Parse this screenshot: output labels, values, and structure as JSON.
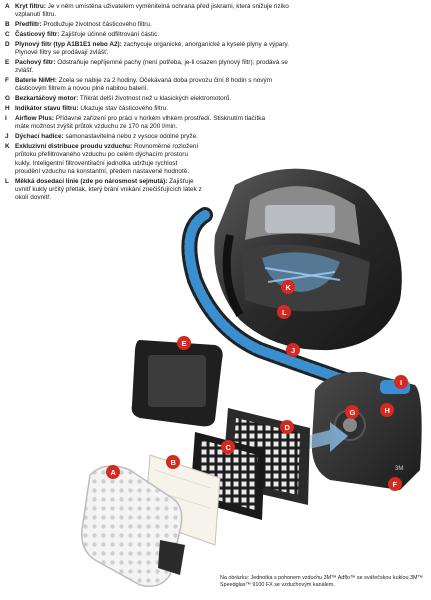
{
  "legend": [
    {
      "letter": "A",
      "title": "Kryt filtru:",
      "text": "Je v něm umístěna uživatelem vyměnitelná ochrana před jiskrami, která snižuje riziko vzplanutí filtru."
    },
    {
      "letter": "B",
      "title": "Předfiltr:",
      "text": "Prodlužuje životnost částicového filtru."
    },
    {
      "letter": "C",
      "title": "Částicový filtr:",
      "text": "Zajišťuje účinné odfiltrování částic."
    },
    {
      "letter": "D",
      "title": "Plynový filtr (typ A1B1E1 nebo A2):",
      "text": "zachycuje organické, anorganické a kyselé plyny a výpary. Plynové filtry se prodávají zvlášť."
    },
    {
      "letter": "E",
      "title": "Pachový filtr:",
      "text": "Odstraňuje nepříjemné pachy (není potřeba, je-li osazen plynový filtr); prodává se zvlášť."
    },
    {
      "letter": "F",
      "title": "Baterie NiMH:",
      "text": "Zcela se nabije za 2 hodiny. Očekávaná doba provozu činí 8 hodin s novým částicovým filtrem a novou plně nabitou baterií."
    },
    {
      "letter": "G",
      "title": "Bezkartáčový motor:",
      "text": "Třikrát delší životnost než u klasických elektromotorů."
    },
    {
      "letter": "H",
      "title": "Indikátor stavu filtru:",
      "text": "Ukazuje stav částicového filtru."
    },
    {
      "letter": "I",
      "title": "Airflow Plus:",
      "text": "Přídavné zařízení pro práci v horkém vlhkém prostředí. Stisknutím tlačítka máte možnost zvýšit průtok vzduchu ze 170 na 200 l/min."
    },
    {
      "letter": "J",
      "title": "Dýchací hadice:",
      "text": "samonastavitelná nebo z vysoce odolné pryže."
    },
    {
      "letter": "K",
      "title": "Exkluzivní distribuce proudu vzduchu:",
      "text": "Rovnoměrné rozložení průtoku přefiltrovaného vzduchu po celém dýchacím prostoru kukly. Inteligentní filtroventilační jednotka udržuje rychlost proudění vzduchu na konstantní, předem nastavené hodnotě."
    },
    {
      "letter": "L",
      "title": "Měkká dosedací linie (zde po nárosmost sejmutá):",
      "text": "Zajišťuje uvnitř kukly určitý přetlak, který brání vnikání znečišťujících látek z okolí dovnitř."
    }
  ],
  "caption": "Na obrázku: Jednotka s pohonem vzduchu 3M™ Adflo™ se svářečskou kuklou 3M™ Speedglas™ 9100 FX se vzduchovým kanálem.",
  "device_label": "3M",
  "markers": [
    "A",
    "B",
    "C",
    "D",
    "E",
    "F",
    "G",
    "H",
    "I",
    "J",
    "K",
    "L"
  ],
  "colors": {
    "marker": "#d42a20",
    "unit": "#2e2e2e",
    "hose": "#3a8fd0",
    "filter_light": "#e8e8e8"
  }
}
